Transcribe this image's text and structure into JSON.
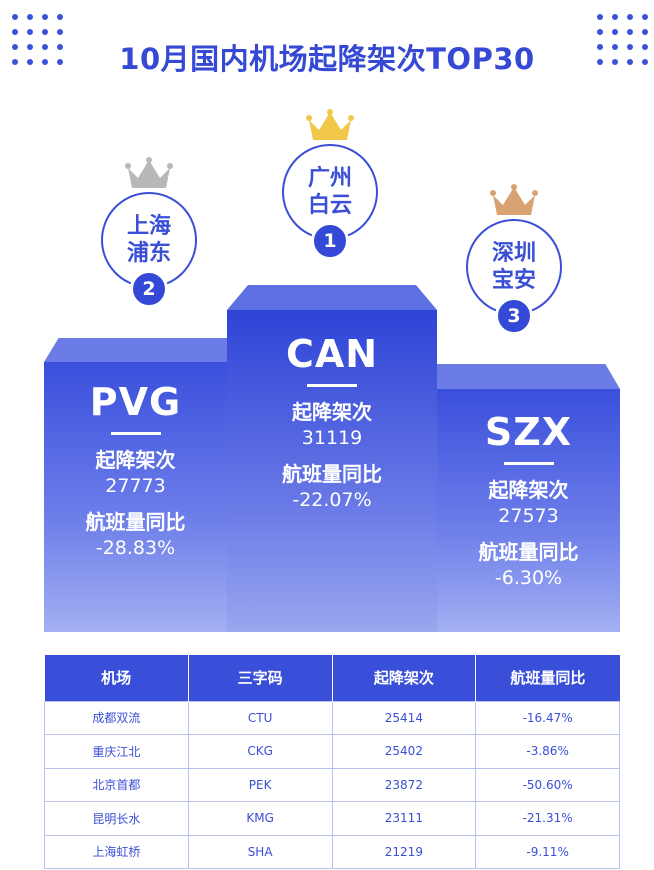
{
  "title": "10月国内机场起降架次TOP30",
  "colors": {
    "accent": "#3a4fd9",
    "gold": "#f1c84a",
    "silver": "#b8b8b8",
    "bronze": "#d9a272"
  },
  "podium": [
    {
      "rank": "1",
      "city_line1": "广州",
      "city_line2": "白云",
      "code": "CAN",
      "movements_label": "起降架次",
      "movements": "31119",
      "yoy_label": "航班量同比",
      "yoy": "-22.07%",
      "crown_icon": "gold-crown-icon"
    },
    {
      "rank": "2",
      "city_line1": "上海",
      "city_line2": "浦东",
      "code": "PVG",
      "movements_label": "起降架次",
      "movements": "27773",
      "yoy_label": "航班量同比",
      "yoy": "-28.83%",
      "crown_icon": "silver-crown-icon"
    },
    {
      "rank": "3",
      "city_line1": "深圳",
      "city_line2": "宝安",
      "code": "SZX",
      "movements_label": "起降架次",
      "movements": "27573",
      "yoy_label": "航班量同比",
      "yoy": "-6.30%",
      "crown_icon": "bronze-crown-icon"
    }
  ],
  "table": {
    "headers": [
      "机场",
      "三字码",
      "起降架次",
      "航班量同比"
    ],
    "rows": [
      [
        "成都双流",
        "CTU",
        "25414",
        "-16.47%"
      ],
      [
        "重庆江北",
        "CKG",
        "25402",
        "-3.86%"
      ],
      [
        "北京首都",
        "PEK",
        "23872",
        "-50.60%"
      ],
      [
        "昆明长水",
        "KMG",
        "23111",
        "-21.31%"
      ],
      [
        "上海虹桥",
        "SHA",
        "21219",
        "-9.11%"
      ]
    ]
  }
}
